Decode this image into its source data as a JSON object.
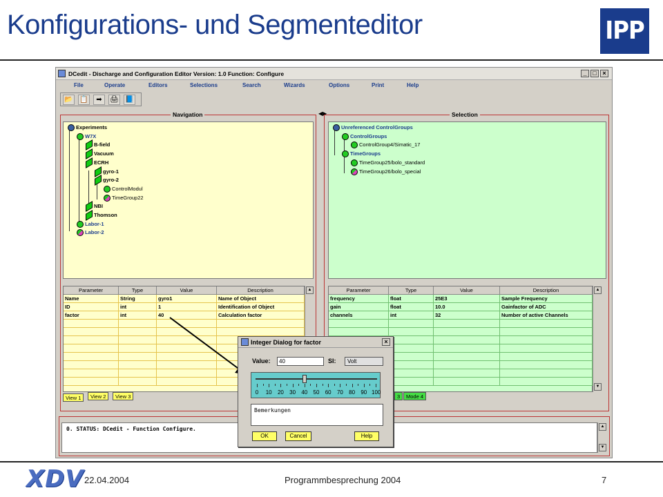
{
  "slide": {
    "title": "Konfigurations- und Segmenteditor",
    "logo_top": "IPP",
    "logo_bottom": "XDV",
    "date": "22.04.2004",
    "footer_title": "Programmbesprechung 2004",
    "page_number": "7"
  },
  "window": {
    "title": "DCedit - Discharge and Configuration Editor     Version: 1.0     Function: Configure",
    "controls": [
      "_",
      "□",
      "×"
    ]
  },
  "menu": [
    "File",
    "Operate",
    "Editors",
    "Selections",
    "Search",
    "Wizards",
    "Options",
    "Print",
    "Help"
  ],
  "toolbar": [
    "📂",
    "📋",
    "➡",
    "🖨",
    "📘"
  ],
  "navigation": {
    "title": "Navigation",
    "tree": [
      {
        "label": "Experiments",
        "depth": 0,
        "icon": "person-icon",
        "style": "bold"
      },
      {
        "label": "W7X",
        "depth": 1,
        "icon": "oval-green-icon",
        "style": "blue"
      },
      {
        "label": "B-field",
        "depth": 2,
        "icon": "block-green-icon",
        "style": "bold"
      },
      {
        "label": "Vacuum",
        "depth": 2,
        "icon": "block-green-icon",
        "style": "bold"
      },
      {
        "label": "ECRH",
        "depth": 2,
        "icon": "block-green-icon",
        "style": "bold"
      },
      {
        "label": "gyro-1",
        "depth": 3,
        "icon": "block-green-icon",
        "style": "bold"
      },
      {
        "label": "gyro-2",
        "depth": 3,
        "icon": "block-green-icon",
        "style": "bold"
      },
      {
        "label": "ControlModul",
        "depth": 4,
        "icon": "oval-green-icon",
        "style": "norm"
      },
      {
        "label": "TimeGroup22",
        "depth": 4,
        "icon": "oval-pink-icon",
        "style": "norm"
      },
      {
        "label": "NBI",
        "depth": 2,
        "icon": "block-green-icon",
        "style": "bold"
      },
      {
        "label": "Thomson",
        "depth": 2,
        "icon": "block-green-icon",
        "style": "bold"
      },
      {
        "label": "Labor-1",
        "depth": 1,
        "icon": "oval-green-icon",
        "style": "blue"
      },
      {
        "label": "Labor-2",
        "depth": 1,
        "icon": "oval-pink-icon",
        "style": "blue"
      }
    ]
  },
  "selection": {
    "title": "Selection",
    "tree": [
      {
        "label": "Unreferenced ControlGroups",
        "depth": 0,
        "icon": "person-icon",
        "style": "blue"
      },
      {
        "label": "ControlGroups",
        "depth": 1,
        "icon": "oval-green-icon",
        "style": "blue"
      },
      {
        "label": "ControlGroup4/Simatic_17",
        "depth": 2,
        "icon": "oval-green-icon",
        "style": "norm"
      },
      {
        "label": "TimeGroups",
        "depth": 1,
        "icon": "oval-green-icon",
        "style": "blue"
      },
      {
        "label": "TimeGroup25/bolo_standard",
        "depth": 2,
        "icon": "oval-green-icon",
        "style": "norm"
      },
      {
        "label": "TimeGroup26/bolo_special",
        "depth": 2,
        "icon": "oval-pink-icon",
        "style": "norm"
      }
    ]
  },
  "param_headers": [
    "Parameter",
    "Type",
    "Value",
    "Description"
  ],
  "left_table": [
    [
      "Name",
      "String",
      "gyro1",
      "Name of Object"
    ],
    [
      "ID",
      "int",
      "1",
      "Identification of Object"
    ],
    [
      "factor",
      "int",
      "40",
      "Calculation factor"
    ]
  ],
  "right_table": [
    [
      "frequency",
      "float",
      "25E3",
      "Sample Frequency"
    ],
    [
      "gain",
      "float",
      "10.0",
      "Gainfactor of ADC"
    ],
    [
      "channels",
      "int",
      "32",
      "Number of active Channels"
    ]
  ],
  "left_tabs": [
    "View 1",
    "View 2",
    "View 3"
  ],
  "right_tabs": [
    "3",
    "Mode 4"
  ],
  "status_text": "0. STATUS:  DCedit - Function Configure.",
  "dialog": {
    "title": "Integer Dialog for factor",
    "value_label": "Value:",
    "value": "40",
    "si_label": "SI:",
    "si_value": "Volt",
    "slider_ticks": [
      "0",
      "10",
      "20",
      "30",
      "40",
      "50",
      "60",
      "70",
      "80",
      "90",
      "100"
    ],
    "slider_value": 40,
    "comment": "Bemerkungen",
    "ok": "OK",
    "cancel": "Cancel",
    "help": "Help"
  }
}
